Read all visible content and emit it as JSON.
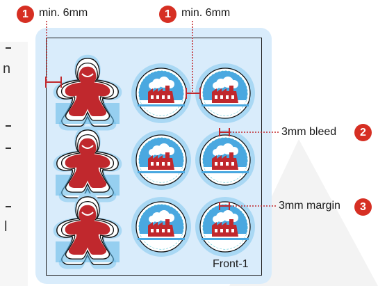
{
  "callouts": [
    {
      "badge": "1",
      "text": "min. 6mm"
    },
    {
      "badge": "1",
      "text": "min. 6mm"
    },
    {
      "badge": "2",
      "text": "3mm bleed"
    },
    {
      "badge": "3",
      "text": "3mm margin"
    }
  ],
  "sheet": {
    "label": "Front-1"
  },
  "tokens": {
    "rows": 3,
    "meeple_icon": "meeple-icon",
    "factory_icon": "factory-icon"
  },
  "colors": {
    "accent_red": "#c0282d",
    "bleed_blue": "#a9d8f4",
    "sheet_blue": "#d9ecfb",
    "badge_red": "#d62f23"
  }
}
